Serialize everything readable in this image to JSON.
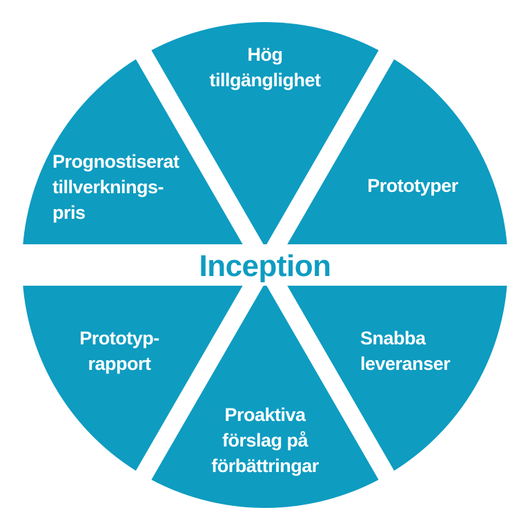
{
  "diagram": {
    "center_title": "Inception",
    "colors": {
      "segment": "#0e9cc1",
      "center_text": "#0e9cc1",
      "label_text": "#ffffff",
      "background": "#ffffff"
    },
    "segments": [
      {
        "id": "top",
        "lines": [
          "Hög",
          "tillgänglighet"
        ]
      },
      {
        "id": "upper-right",
        "lines": [
          "Prototyper"
        ]
      },
      {
        "id": "lower-right",
        "lines": [
          "Snabba",
          "leveranser"
        ]
      },
      {
        "id": "bottom",
        "lines": [
          "Proaktiva",
          "förslag på",
          "förbättringar"
        ]
      },
      {
        "id": "lower-left",
        "lines": [
          "Prototyp-",
          "rapport"
        ]
      },
      {
        "id": "upper-left",
        "lines": [
          "Prognostiserat",
          "tillverknings-",
          "pris"
        ]
      }
    ]
  }
}
